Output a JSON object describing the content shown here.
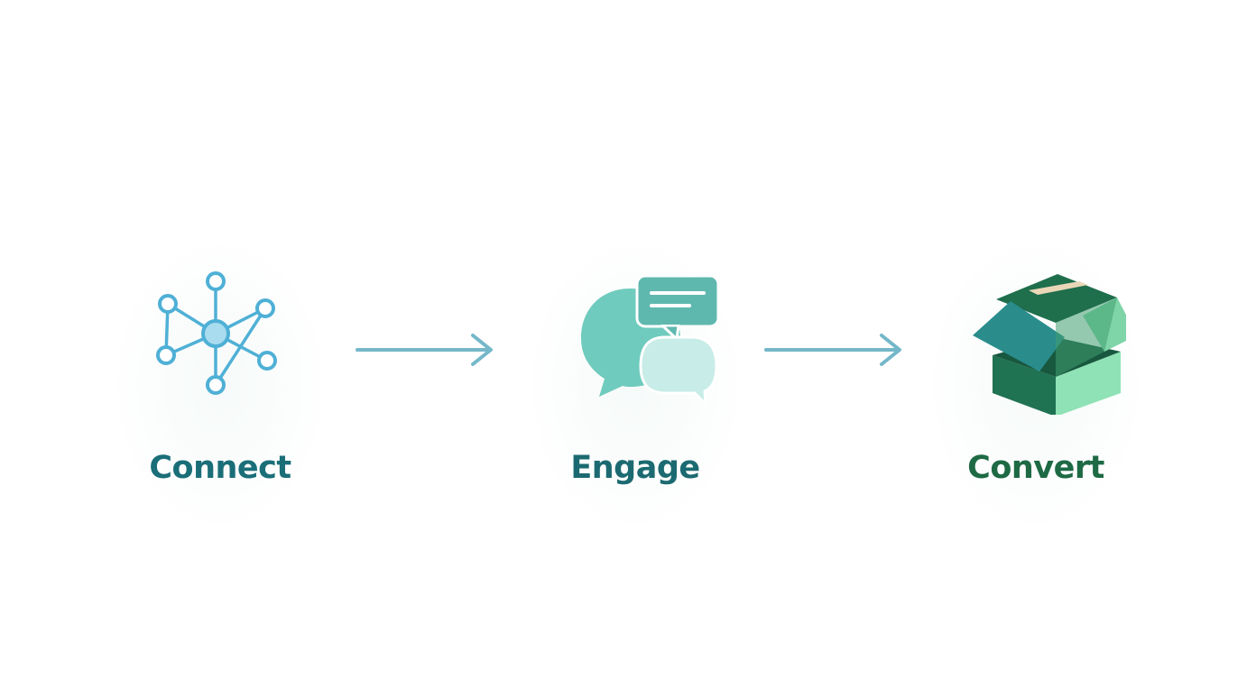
{
  "steps": [
    {
      "label": "Connect",
      "icon": "network-icon",
      "color": "#1a6e78"
    },
    {
      "label": "Engage",
      "icon": "chat-bubbles-icon",
      "color": "#1c6a71"
    },
    {
      "label": "Convert",
      "icon": "open-box-icon",
      "color": "#1d6a45"
    }
  ],
  "colors": {
    "network": "#4fb0d6",
    "arrow": "#74b7c9",
    "chat_main": "#6fcbbd",
    "chat_top": "#5fb8ae",
    "chat_light": "#c8ece7",
    "box_dark": "#1f7252",
    "box_light": "#8fe2b5",
    "box_teal": "#2a8d8c"
  }
}
